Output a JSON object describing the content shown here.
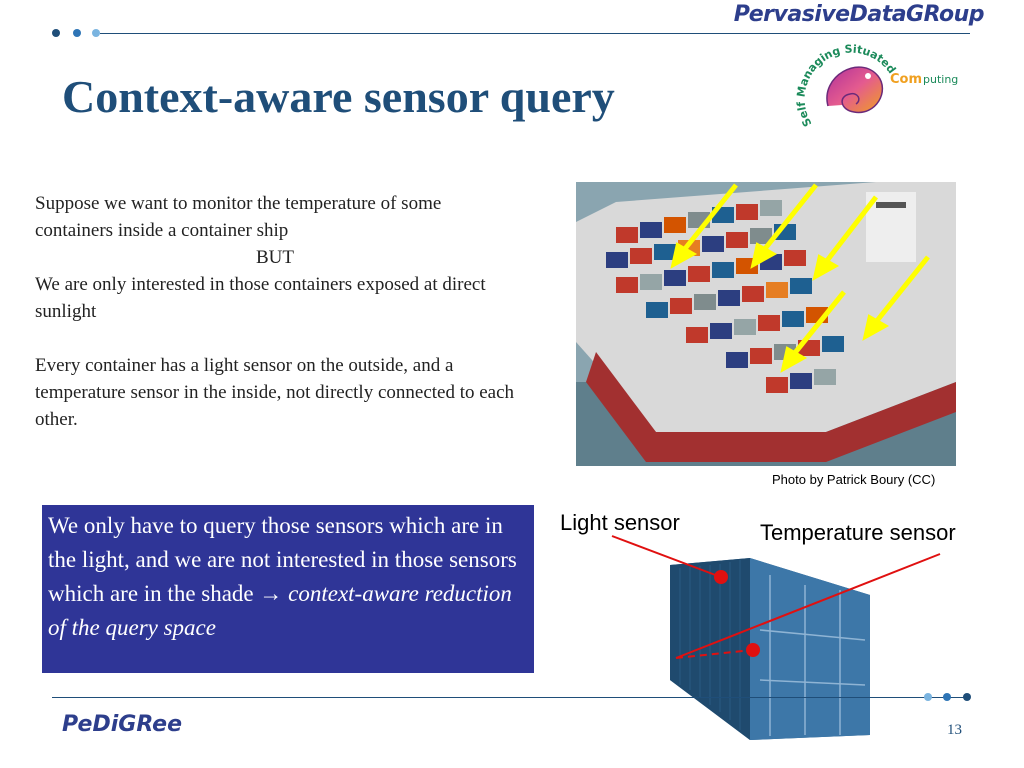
{
  "header": {
    "brand": "PervasiveDataGRoup",
    "title": "Context-aware sensor query"
  },
  "logo": {
    "arc_text": "Self Managing Situated",
    "side_text_a": "Com",
    "side_text_b": "puting"
  },
  "body": {
    "p1_line1": "Suppose we want to monitor the temperature of some containers inside a container ship",
    "but": "BUT",
    "p1_line2": "We are only interested in those containers exposed at direct sunlight",
    "p2": "Every container has a light sensor on the outside, and a temperature sensor in the inside, not directly connected to each other."
  },
  "highlight": {
    "text": "We only have to query those sensors which are in the light, and we are not interested in those sensors which are in the shade ",
    "arrow": "→",
    "emphasis": "context-aware reduction of the query space"
  },
  "photo": {
    "credit": "Photo by Patrick Boury (CC)"
  },
  "container_diagram": {
    "light_label": "Light sensor",
    "temp_label": "Temperature sensor"
  },
  "footer": {
    "brand": "PeDiGRee",
    "page": "13"
  },
  "colors": {
    "title": "#1f4e79",
    "box_bg": "#2f3597",
    "sensor_red": "#e01010",
    "arrow_yellow": "#ffff00"
  }
}
